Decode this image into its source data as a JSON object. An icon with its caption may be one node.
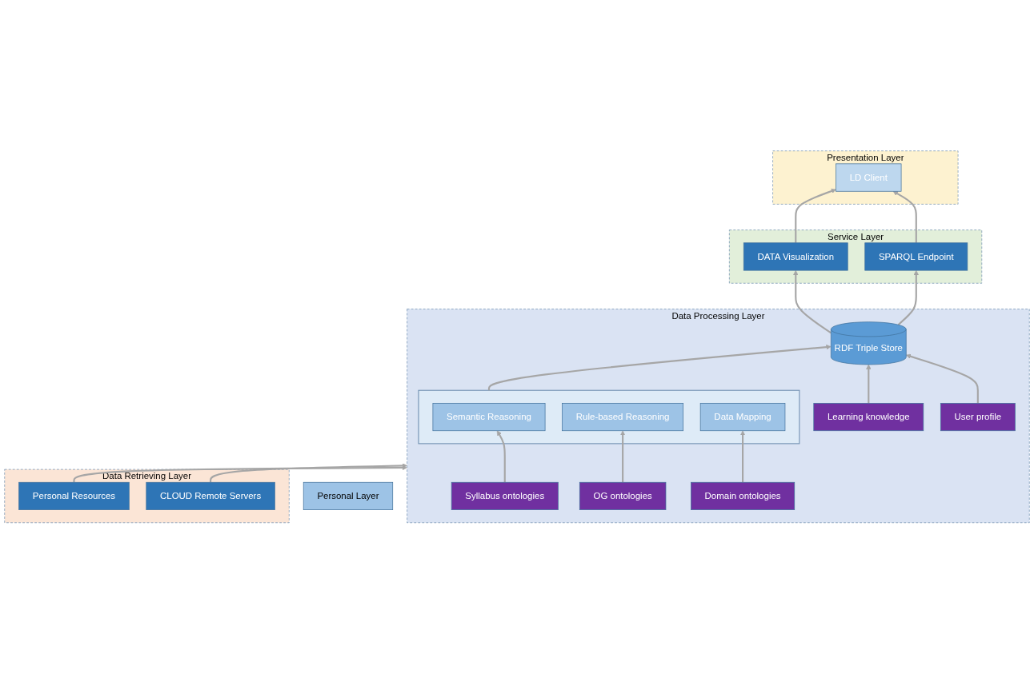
{
  "diagram": {
    "nodes": [
      {
        "text": [
          "Presentation Layer"
        ]
      },
      {
        "text": [
          "LD Client"
        ],
        "in": 0
      },
      {
        "text": [
          "Service Layer"
        ]
      },
      {
        "text": [
          "DATA Visualization"
        ],
        "in": 2
      },
      {
        "text": [
          "SPARQL Endpoint"
        ],
        "in": 2
      },
      {
        "text": [
          "Personal Layer"
        ]
      },
      {
        "text": [
          "Data Processing Layer"
        ]
      },
      {
        "text": [
          "Learning knowledge"
        ],
        "in": 6
      },
      {
        "text": [
          "User profile"
        ],
        "in": 6
      },
      {
        "text": [
          "RDF Triple Store"
        ],
        "in": 6
      },
      {
        "text": [],
        "shape": "box",
        "in": 6
      },
      {
        "text": [
          "Semantic Reasoning"
        ],
        "in": 10
      },
      {
        "text": [
          "Rule-based Reasoning"
        ],
        "in": 10
      },
      {
        "text": [
          "Data Mapping"
        ],
        "in": 10
      },
      {
        "text": [
          "Syllabus ontologies"
        ],
        "in": 6
      },
      {
        "text": [
          "OG ontologies"
        ],
        "in": 6
      },
      {
        "text": [
          "Domain ontologies"
        ],
        "in": 6
      },
      {
        "text": [
          "Data Retrieving Layer"
        ]
      },
      {
        "text": [
          "Personal Resources"
        ],
        "in": 17
      },
      {
        "text": [
          "CLOUD Remote Servers"
        ],
        "in": 17
      }
    ],
    "edges": [
      {
        "from": 3,
        "to": 1,
        "arrow": "to"
      },
      {
        "from": 4,
        "to": 1,
        "arrow": "to"
      },
      {
        "from": 9,
        "to": 3,
        "arrow": "to"
      },
      {
        "from": 9,
        "to": 4,
        "arrow": "to"
      },
      {
        "from": 7,
        "to": 9,
        "arrow": "to"
      },
      {
        "from": 8,
        "to": 9,
        "arrow": "to"
      },
      {
        "from": 10,
        "to": 9,
        "arrow": "to"
      },
      {
        "from": 14,
        "to": 11,
        "arrow": "to"
      },
      {
        "from": 15,
        "to": 12,
        "arrow": "to"
      },
      {
        "from": 16,
        "to": 13,
        "arrow": "to"
      },
      {
        "from": 18,
        "to": 6,
        "arrow": "to"
      },
      {
        "from": 19,
        "to": 6,
        "arrow": "to"
      }
    ]
  }
}
